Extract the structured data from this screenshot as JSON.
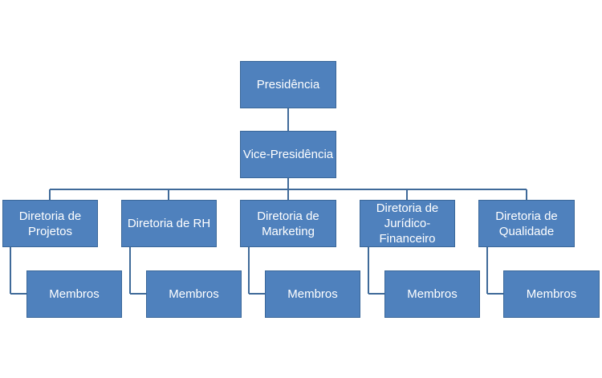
{
  "org_chart": {
    "top": {
      "label": "Presidência"
    },
    "second": {
      "label": "Vice-Presidência"
    },
    "directorates": [
      {
        "label": "Diretoria de\nProjetos",
        "child": "Membros"
      },
      {
        "label": "Diretoria de RH",
        "child": "Membros"
      },
      {
        "label": "Diretoria de\nMarketing",
        "child": "Membros"
      },
      {
        "label": "Diretoria de\nJurídico-\nFinanceiro",
        "child": "Membros"
      },
      {
        "label": "Diretoria de\nQualidade",
        "child": "Membros"
      }
    ]
  },
  "colors": {
    "box_fill": "#4f81bd",
    "box_border": "#3a6799",
    "connector": "#3f6a99",
    "text": "#ffffff"
  }
}
